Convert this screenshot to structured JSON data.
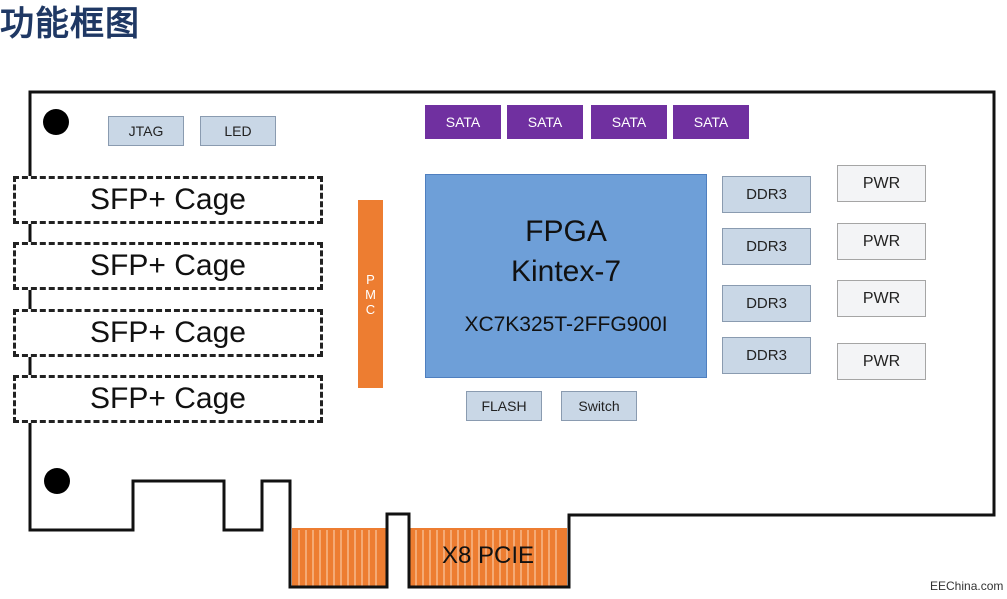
{
  "title": "功能框图",
  "connectors": {
    "jtag": "JTAG",
    "led": "LED"
  },
  "sata": [
    "SATA",
    "SATA",
    "SATA",
    "SATA"
  ],
  "sfp": [
    "SFP+ Cage",
    "SFP+ Cage",
    "SFP+ Cage",
    "SFP+ Cage"
  ],
  "pmc": [
    "P",
    "M",
    "C"
  ],
  "fpga": {
    "line1": "FPGA",
    "line2": "Kintex-7",
    "part": "XC7K325T-2FFG900I"
  },
  "ddr": [
    "DDR3",
    "DDR3",
    "DDR3",
    "DDR3"
  ],
  "pwr": [
    "PWR",
    "PWR",
    "PWR",
    "PWR"
  ],
  "bottom": {
    "flash": "FLASH",
    "switch": "Switch"
  },
  "pcie": "X8 PCIE",
  "watermark": "EEChina.com",
  "colors": {
    "sata": "#7030a0",
    "pmc": "#ed7d31",
    "fpga": "#6e9fd8",
    "chip": "#c9d7e6",
    "pcie": "#ed7d31"
  }
}
